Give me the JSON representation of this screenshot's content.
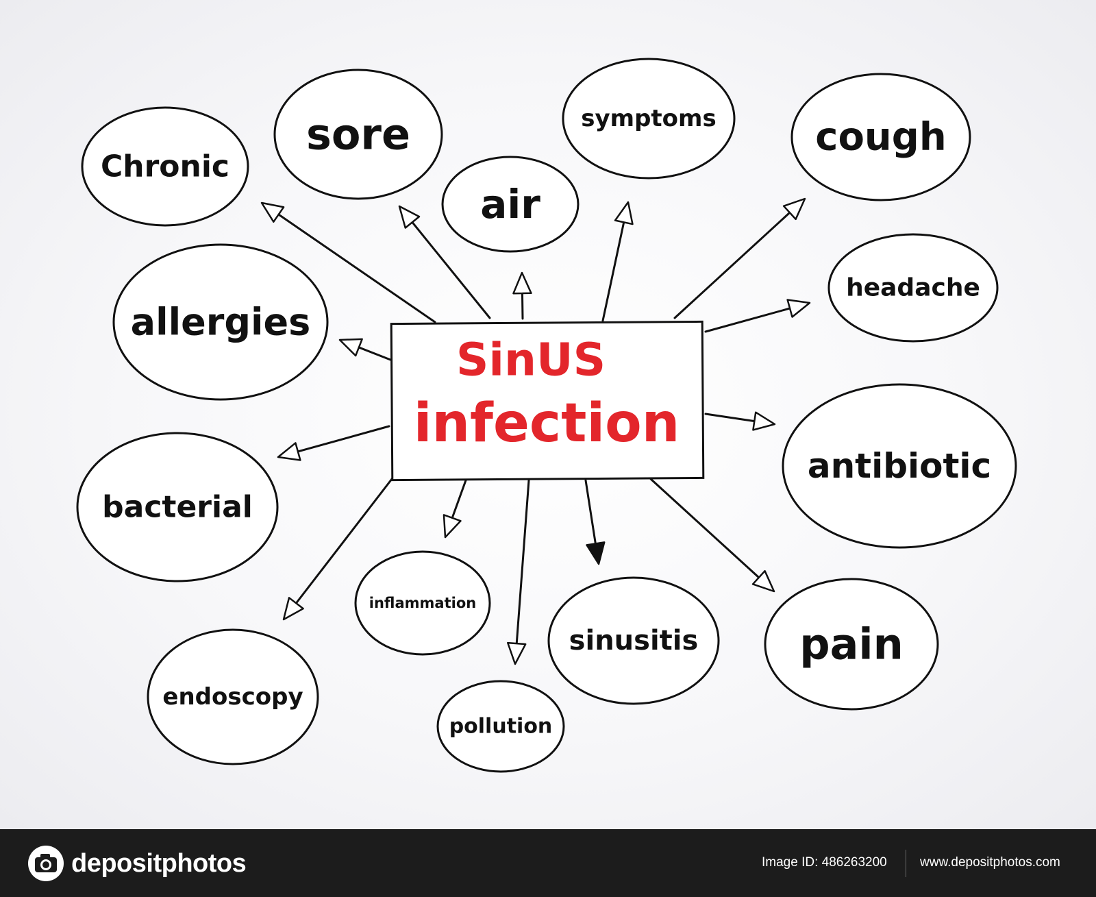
{
  "center": {
    "line1": "SinUS",
    "line2": "infection"
  },
  "nodes": [
    {
      "id": "chronic",
      "label": "Chronic"
    },
    {
      "id": "sore",
      "label": "sore"
    },
    {
      "id": "air",
      "label": "air"
    },
    {
      "id": "symptoms",
      "label": "symptoms"
    },
    {
      "id": "cough",
      "label": "cough"
    },
    {
      "id": "headache",
      "label": "headache"
    },
    {
      "id": "allergies",
      "label": "allergies"
    },
    {
      "id": "antibiotic",
      "label": "antibiotic"
    },
    {
      "id": "bacterial",
      "label": "bacterial"
    },
    {
      "id": "inflammation",
      "label": "inflammation"
    },
    {
      "id": "sinusitis",
      "label": "sinusitis"
    },
    {
      "id": "pain",
      "label": "pain"
    },
    {
      "id": "endoscopy",
      "label": "endoscopy"
    },
    {
      "id": "pollution",
      "label": "pollution"
    }
  ],
  "colors": {
    "center_text": "#e3262b",
    "ink": "#111111",
    "footer_bg": "#1c1c1c"
  },
  "footer": {
    "brand": "depositphotos",
    "image_id": "Image ID: 486263200",
    "url": "www.depositphotos.com"
  }
}
